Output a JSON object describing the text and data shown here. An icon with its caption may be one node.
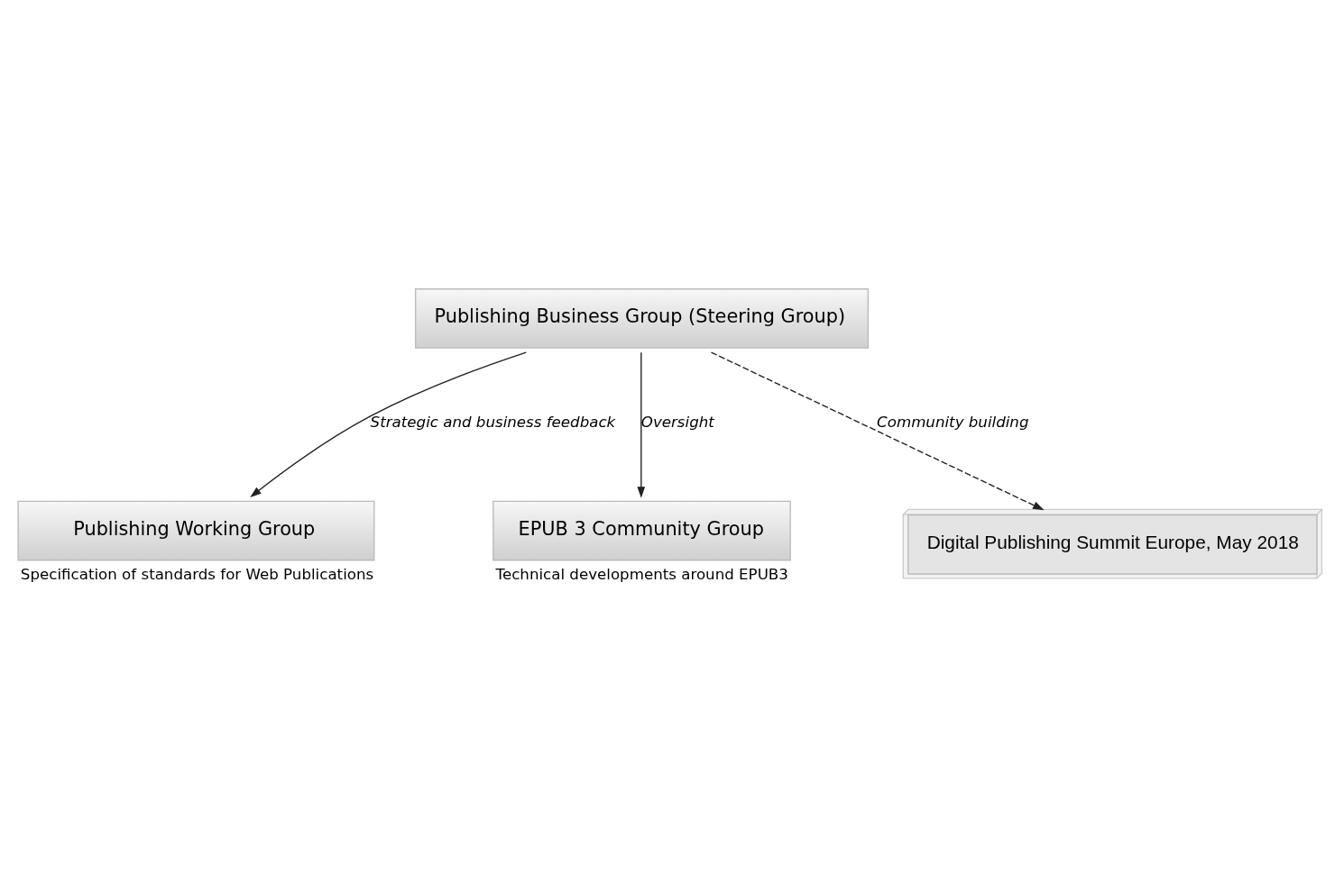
{
  "diagram": {
    "nodes": [
      {
        "text": [
          "Publishing Business Group (Steering Group)"
        ]
      },
      {
        "text": [
          "Publishing Working Group"
        ],
        "beside": [
          "Specification of standards for Web Publications"
        ]
      },
      {
        "text": [
          "EPUB 3 Community Group"
        ],
        "beside": [
          "Technical developments around EPUB3"
        ]
      },
      {
        "text": [
          "Digital Publishing Summit Europe, May 2018"
        ]
      }
    ],
    "edges": [
      {
        "from": 0,
        "to": 1,
        "arrow": "to",
        "label": "Strategic and business feedback"
      },
      {
        "from": 0,
        "to": 2,
        "arrow": "to",
        "label": "Oversight"
      },
      {
        "from": 0,
        "to": 3,
        "arrow": "to",
        "label": "Community building",
        "style": "dashed"
      }
    ]
  }
}
